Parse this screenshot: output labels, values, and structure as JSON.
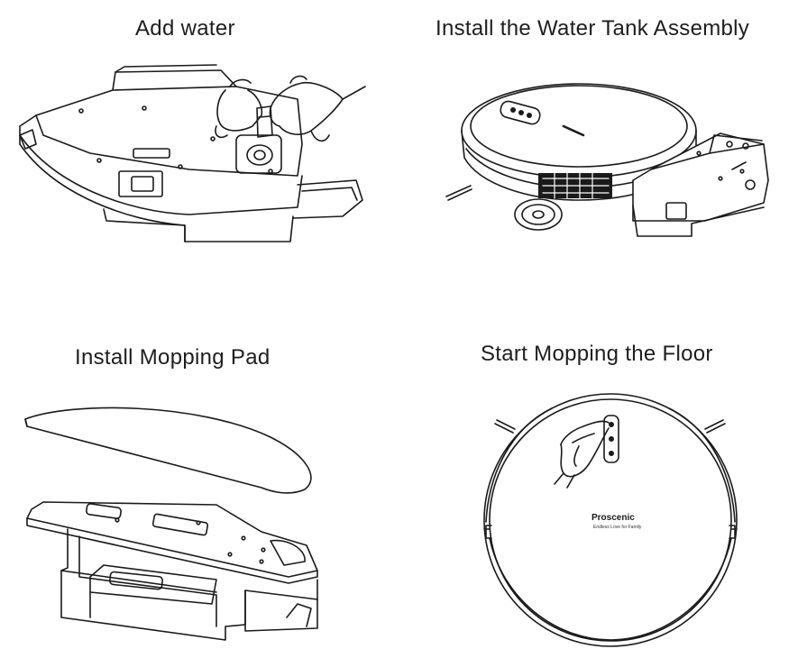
{
  "steps": [
    {
      "caption": "Add water"
    },
    {
      "caption": "Install the Water Tank Assembly"
    },
    {
      "caption": "Install Mopping Pad"
    },
    {
      "caption": "Start Mopping the Floor"
    }
  ],
  "brand": {
    "logo_text": "Proscenic",
    "tagline": "Endless Love for Family"
  },
  "colors": {
    "line": "#1a1a1a",
    "background": "#ffffff"
  }
}
